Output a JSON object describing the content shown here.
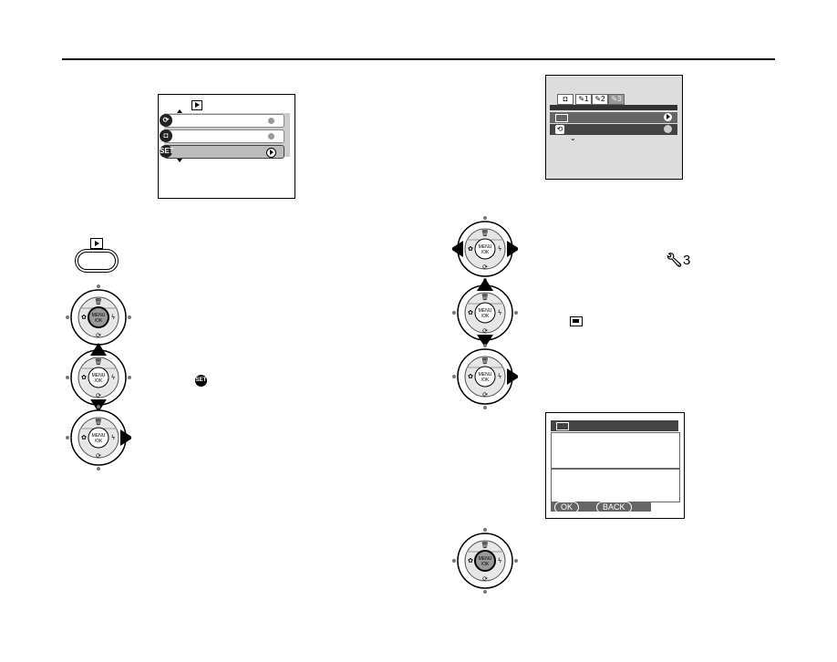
{
  "screen1": {
    "tab_icon": "playback-icon",
    "rows": [
      {
        "icon": "rotate-icon",
        "state": "off"
      },
      {
        "icon": "protect-icon",
        "state": "off"
      },
      {
        "icon": "set-icon",
        "label": "SET",
        "state": "selected"
      }
    ]
  },
  "playback_button": {
    "icon": "play-triangle-icon"
  },
  "set_inline_label": "SET",
  "screen2": {
    "tabs": [
      {
        "icon": "camera-icon"
      },
      {
        "label": "1",
        "icon": "wrench-icon"
      },
      {
        "label": "2",
        "icon": "wrench-icon"
      },
      {
        "label": "3",
        "icon": "wrench-icon",
        "active": true
      }
    ]
  },
  "wrench3_label": "3",
  "screen3": {
    "footer_ok": "OK",
    "footer_back": "BACK"
  },
  "dpad_labels": {
    "center_top": "MENU",
    "center_bottom": "/OK"
  }
}
